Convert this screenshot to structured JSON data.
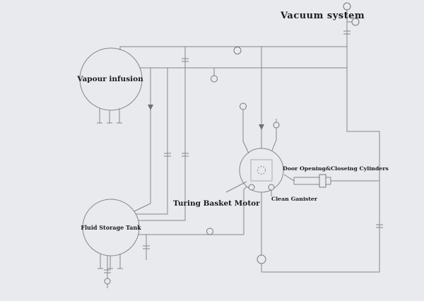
{
  "diagram": {
    "labels": {
      "vacuum_system": "Vacuum system",
      "vapour_infusion": "Vapour infusion",
      "fluid_storage_tank": "Fluid Storage Tank",
      "turing_basket_motor": "Turing Basket Motor",
      "door_cylinders": "Door Opening&Closeing Cylinders",
      "clean_canister": "Clean Ganister"
    },
    "colors": {
      "background": "#e9eaee",
      "line": "#84858a",
      "text": "#1a1a1e"
    }
  }
}
